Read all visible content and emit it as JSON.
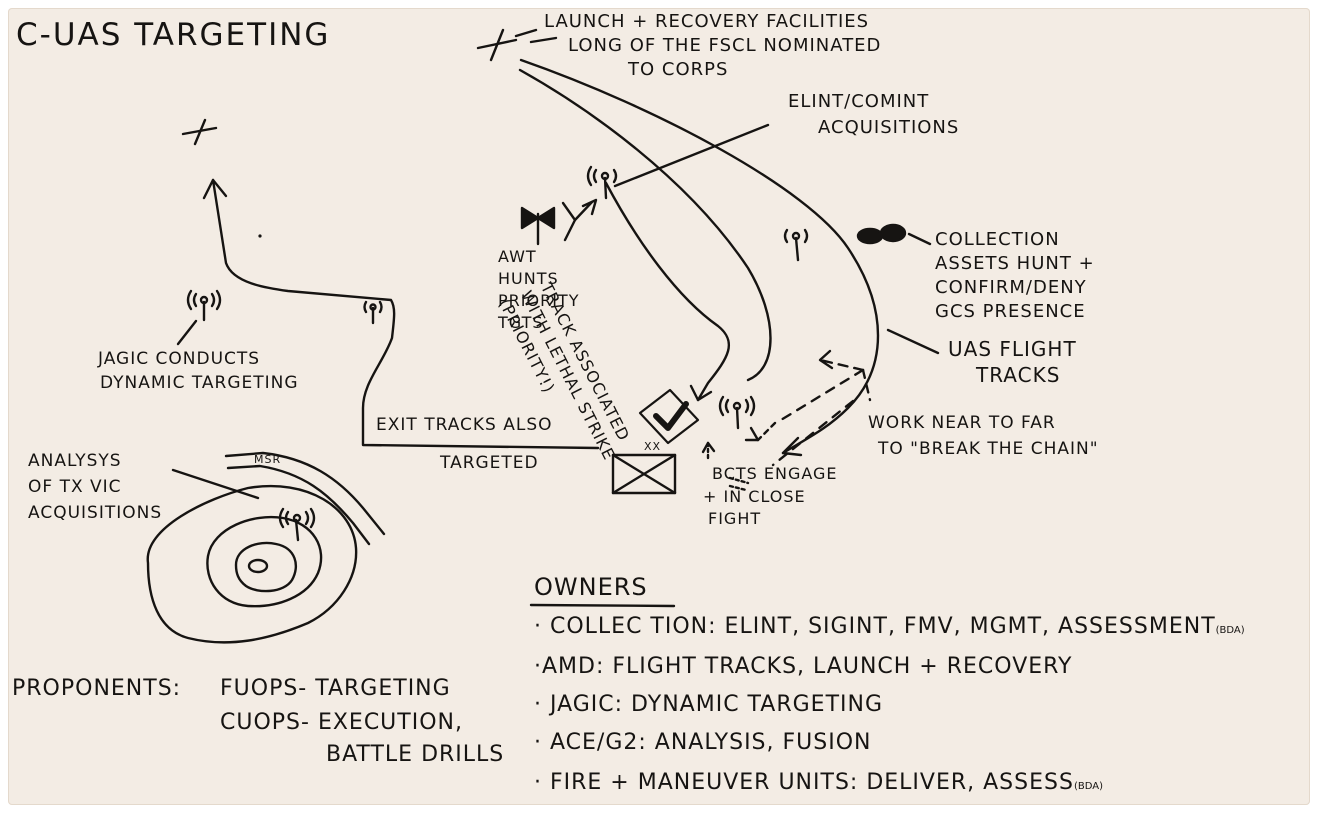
{
  "title": "C-UAS TARGETING",
  "labels": {
    "launch_recovery": [
      "LAUNCH + RECOVERY FACILITIES",
      "LONG OF THE FSCL NOMINATED",
      "TO CORPS"
    ],
    "elint": [
      "ELINT/COMINT",
      "ACQUISITIONS"
    ],
    "awt": [
      "AWT",
      "HUNTS",
      "PRIORITY",
      "TGTs"
    ],
    "track_associated": [
      "TRACK ASSOCIATED",
      "WITH LETHAL STRIKE",
      "(PRIORITY!)"
    ],
    "collection": [
      "COLLECTION",
      "ASSETS HUNT +",
      "CONFIRM/DENY",
      "GCS PRESENCE"
    ],
    "uas_tracks": [
      "UAS FLIGHT",
      "TRACKS"
    ],
    "jagic_dynamic": [
      "JAGIC CONDUCTS",
      "DYNAMIC TARGETING"
    ],
    "exit_tracks": [
      "EXIT TRACKS ALSO",
      "TARGETED"
    ],
    "work_near": [
      "WORK NEAR TO FAR",
      "TO \"BREAK THE CHAIN\""
    ],
    "analysis_tx": [
      "ANALYSYS",
      "OF TX VIC",
      "ACQUISITIONS"
    ],
    "msr": "MSR",
    "xx": "XX",
    "bct": [
      "BCTs ENGAGE",
      "+ IN CLOSE",
      "FIGHT"
    ]
  },
  "proponents": {
    "label": "PROPONENTS:",
    "lines": [
      "FUOPS- TARGETING",
      "CUOPS- EXECUTION,",
      "BATTLE DRILLS"
    ]
  },
  "owners": {
    "heading": "OWNERS",
    "items": [
      {
        "text": "· COLLEC TION: ELINT, SIGINT, FMV, MGMT, ASSESSMENT",
        "note": "(BDA)"
      },
      {
        "text": "·AMD: FLIGHT TRACKS, LAUNCH + RECOVERY",
        "note": ""
      },
      {
        "text": "· JAGIC: DYNAMIC TARGETING",
        "note": ""
      },
      {
        "text": "· ACE/G2: ANALYSIS, FUSION",
        "note": ""
      },
      {
        "text": "· FIRE + MANEUVER UNITS: DELIVER, ASSESS",
        "note": "(BDA)"
      }
    ]
  },
  "colors": {
    "ink": "#161412",
    "paper": "#f3ece4"
  },
  "icons": [
    "cross-mark-icon",
    "antenna-icon",
    "aircraft-icon",
    "drone-icon",
    "helicopter-icon",
    "division-unit-icon",
    "checkmark-box-icon"
  ]
}
